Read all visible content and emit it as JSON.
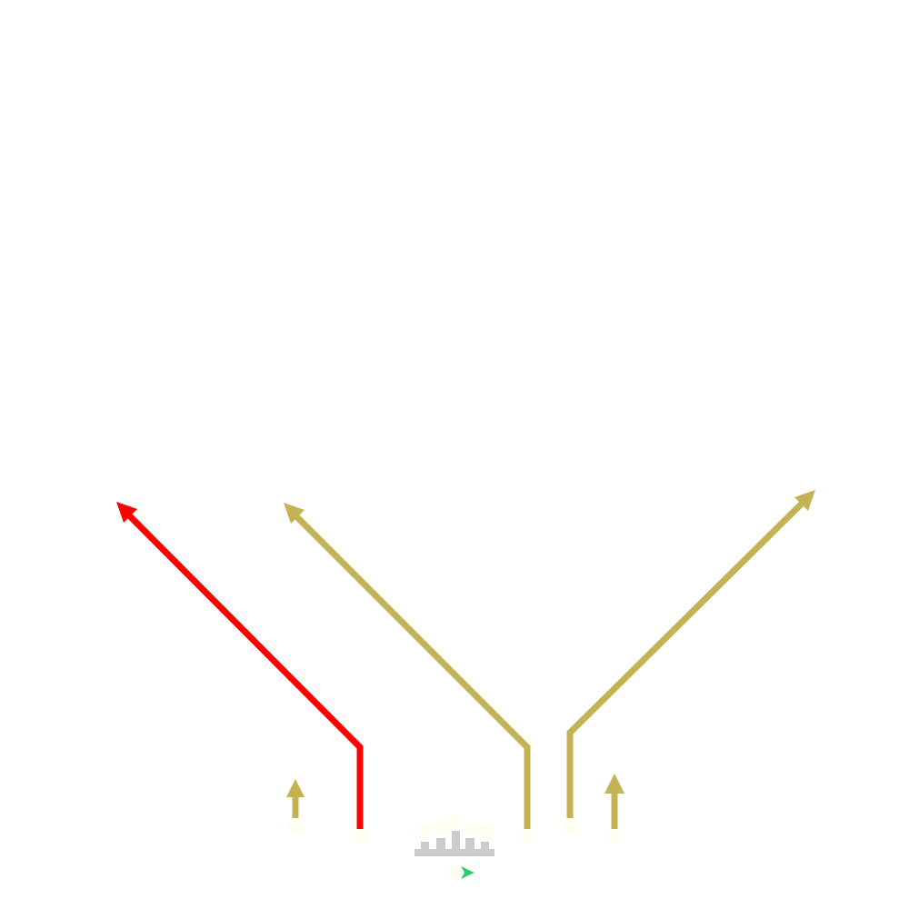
{
  "diagram": {
    "kind": "football play diagram",
    "background": "#ffffff",
    "colors": {
      "primary_route": "#ff0000",
      "route": "#c4b254",
      "player": "#fffff0",
      "line_block": "#cccccc",
      "ball": "#2ecc71"
    },
    "routes": [
      {
        "id": "route-1",
        "color_key": "primary_route",
        "type": "stem-and-out-left"
      },
      {
        "id": "route-2",
        "color_key": "route",
        "type": "stem-and-out-left"
      },
      {
        "id": "route-3",
        "color_key": "route",
        "type": "stem-and-out-right"
      },
      {
        "id": "route-4",
        "color_key": "route",
        "type": "short-stem"
      },
      {
        "id": "route-5",
        "color_key": "route",
        "type": "short-stem"
      }
    ],
    "ball_icon": "arrow-right-icon"
  }
}
